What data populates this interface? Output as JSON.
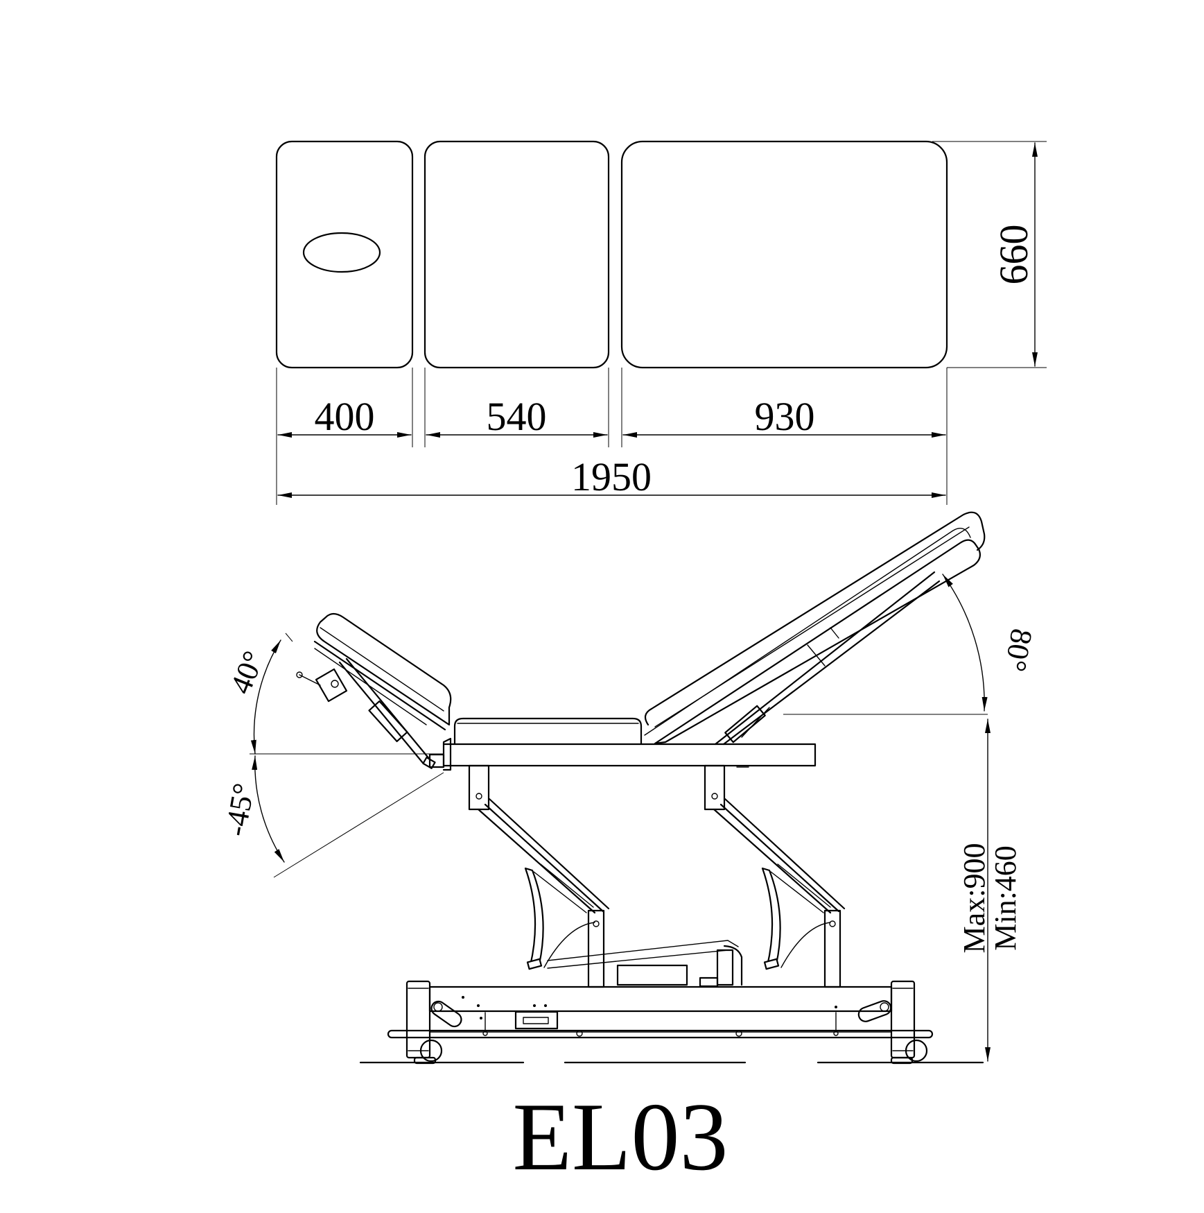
{
  "top_view": {
    "width": "660",
    "head_section": "400",
    "middle_section": "540",
    "leg_section": "930",
    "total_length": "1950"
  },
  "side_view": {
    "head_up_angle": "40°",
    "head_down_angle": "-45°",
    "backrest_angle": "80°",
    "height_max": "Max:900",
    "height_min": "Min:460"
  },
  "model": "EL03"
}
